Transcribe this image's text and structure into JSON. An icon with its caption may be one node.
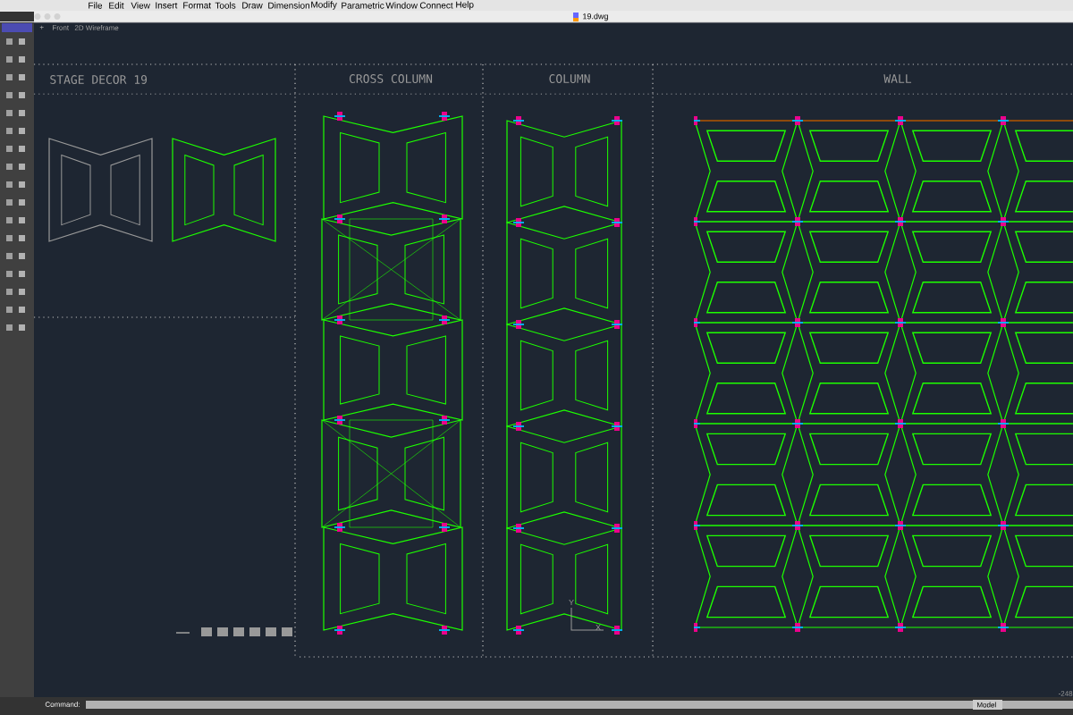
{
  "diagram": {
    "labels": [
      "File",
      "Edit",
      "View",
      "Insert",
      "Format",
      "Tools",
      "Draw",
      "Dimension",
      "Modify",
      "Parametric",
      "Window",
      "Connect",
      "Help",
      "+",
      "Front",
      "2D Wireframe",
      "19.dwg",
      "STAGE DECOR 19",
      "CROSS COLUMN",
      "COLUMN",
      "WALL",
      "Y",
      "X",
      "Command:",
      "Model",
      "-248"
    ]
  }
}
